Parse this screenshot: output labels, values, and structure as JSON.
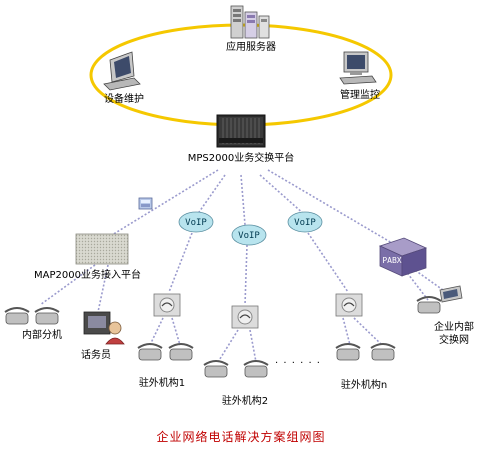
{
  "diagram": {
    "title": "企业网络电话解决方案组网图",
    "nodes": {
      "app_server": "应用服务器",
      "maintenance": "设备维护",
      "monitoring": "管理监控",
      "mps": "MPS2000业务交换平台",
      "map": "MAP2000业务接入平台",
      "internal_ext": "内部分机",
      "operator": "话务员",
      "branch1": "驻外机构1",
      "branch2": "驻外机构2",
      "branchn": "驻外机构n",
      "enterprise_net_line1": "企业内部",
      "enterprise_net_line2": "交换网",
      "voip": "VoIP",
      "pabx": "PABX",
      "ellipsis": "· · · · · ·"
    },
    "colors": {
      "ring": "#f5c800",
      "link": "#9a9acd",
      "voip_fill": "#b8e4ee",
      "title": "#c00000"
    }
  }
}
